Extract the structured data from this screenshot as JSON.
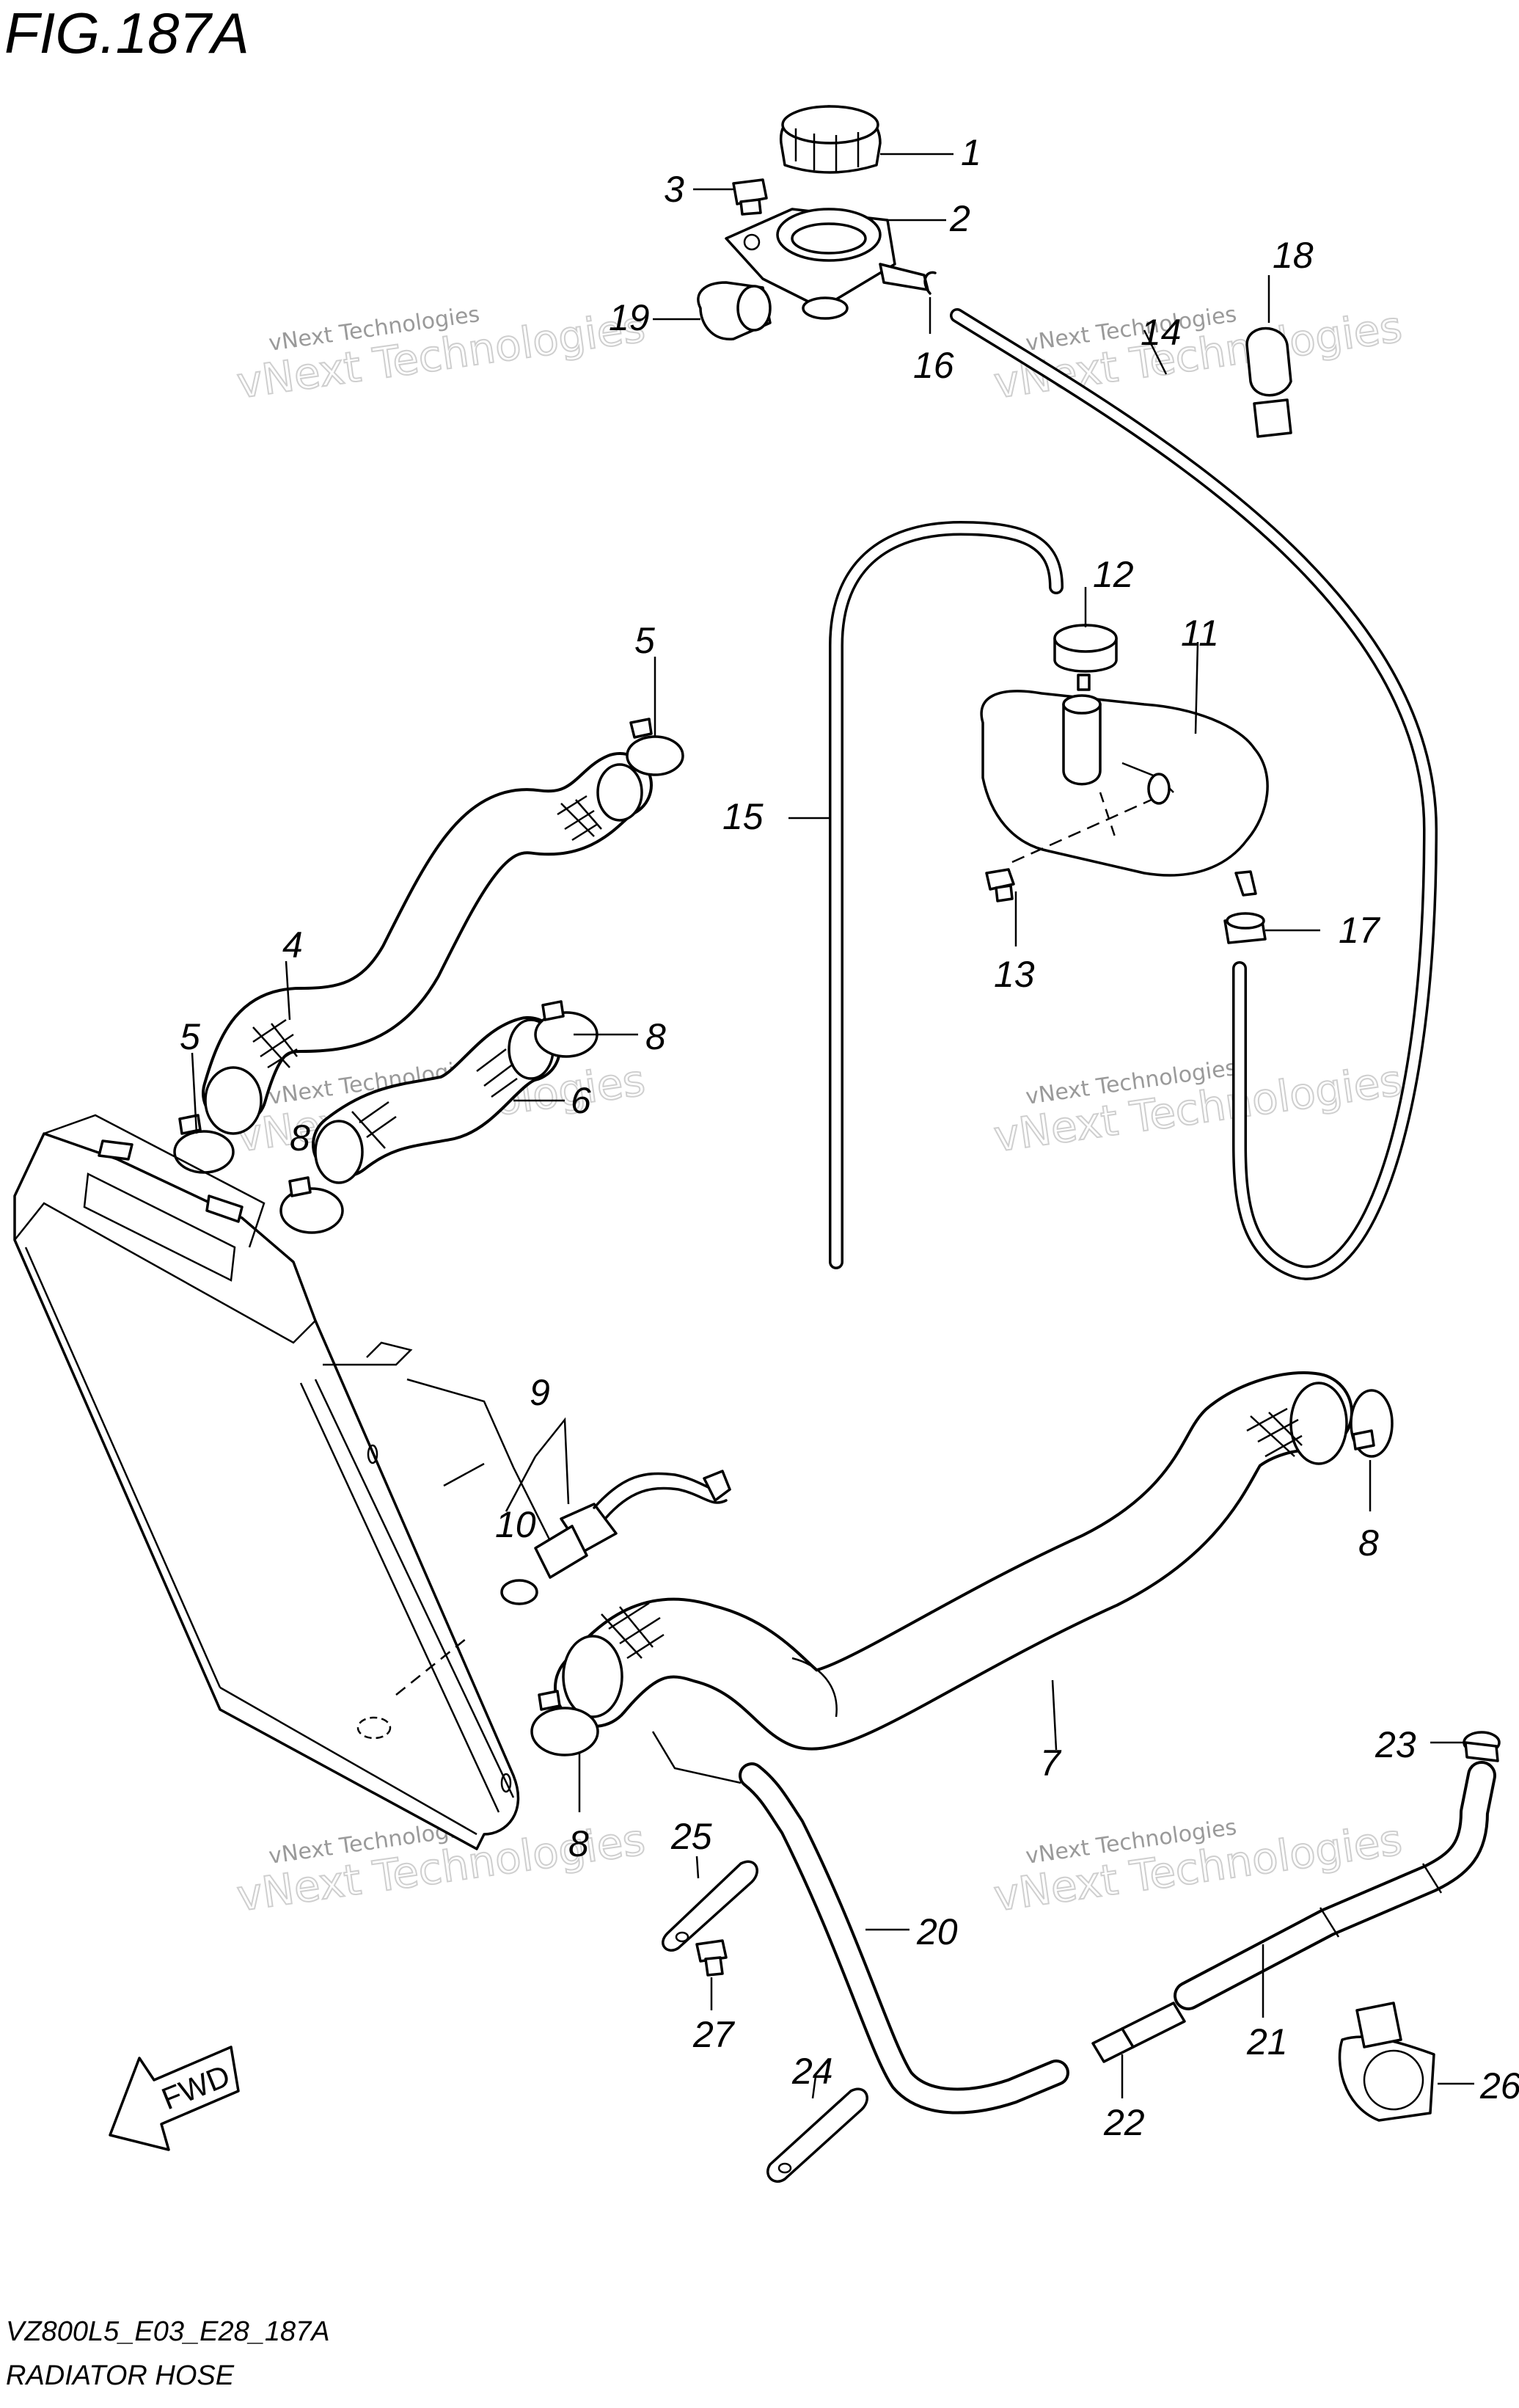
{
  "figure": {
    "title": "FIG.187A",
    "model_code": "VZ800L5_E03_E28_187A",
    "caption": "RADIATOR HOSE"
  },
  "watermarks": [
    {
      "line1": "vNext Technologies",
      "line2": "vNext Technologies"
    },
    {
      "line1": "vNext Technologies",
      "line2": "vNext Technologies"
    },
    {
      "line1": "vNext Technologies",
      "line2": "vNext Technologies"
    },
    {
      "line1": "vNext Technologies",
      "line2": "vNext Technologies"
    },
    {
      "line1": "vNext Technologies",
      "line2": "vNext Technologies"
    },
    {
      "line1": "vNext Technologies",
      "line2": "vNext Technologies"
    }
  ],
  "direction_marker": {
    "label": "FWD"
  },
  "callouts": [
    {
      "id": "1",
      "label": "1"
    },
    {
      "id": "2",
      "label": "2"
    },
    {
      "id": "3",
      "label": "3"
    },
    {
      "id": "4",
      "label": "4"
    },
    {
      "id": "5a",
      "label": "5"
    },
    {
      "id": "5b",
      "label": "5"
    },
    {
      "id": "6",
      "label": "6"
    },
    {
      "id": "7",
      "label": "7"
    },
    {
      "id": "8a",
      "label": "8"
    },
    {
      "id": "8b",
      "label": "8"
    },
    {
      "id": "8c",
      "label": "8"
    },
    {
      "id": "8d",
      "label": "8"
    },
    {
      "id": "9",
      "label": "9"
    },
    {
      "id": "10",
      "label": "10"
    },
    {
      "id": "11",
      "label": "11"
    },
    {
      "id": "12",
      "label": "12"
    },
    {
      "id": "13",
      "label": "13"
    },
    {
      "id": "14",
      "label": "14"
    },
    {
      "id": "15",
      "label": "15"
    },
    {
      "id": "16",
      "label": "16"
    },
    {
      "id": "17",
      "label": "17"
    },
    {
      "id": "18",
      "label": "18"
    },
    {
      "id": "19",
      "label": "19"
    },
    {
      "id": "20",
      "label": "20"
    },
    {
      "id": "21",
      "label": "21"
    },
    {
      "id": "22",
      "label": "22"
    },
    {
      "id": "23",
      "label": "23"
    },
    {
      "id": "24",
      "label": "24"
    },
    {
      "id": "25",
      "label": "25"
    },
    {
      "id": "26",
      "label": "26"
    },
    {
      "id": "27",
      "label": "27"
    }
  ]
}
